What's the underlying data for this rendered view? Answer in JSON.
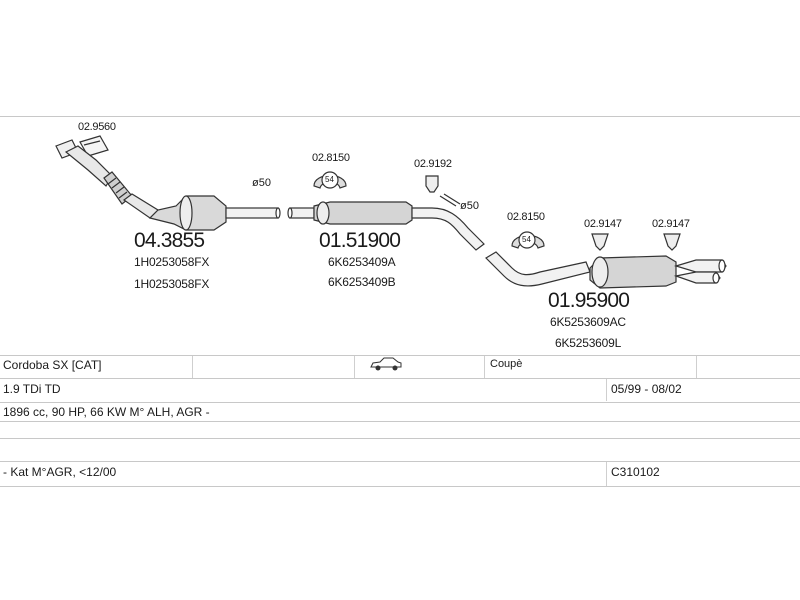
{
  "parts": {
    "clamp_front": "02.9560",
    "diameter_1": "ø50",
    "catalyst_number": "04.3855",
    "catalyst_oem_1": "1H0253058FX",
    "catalyst_oem_2": "1H0253058FX",
    "mount_1": "02.8150",
    "mount_1_badge": "54",
    "middle_number": "01.51900",
    "middle_oem_1": "6K6253409A",
    "middle_oem_2": "6K6253409B",
    "hanger_1": "02.9192",
    "diameter_2": "ø50",
    "mount_2": "02.8150",
    "mount_2_badge": "54",
    "hanger_2": "02.9147",
    "hanger_3": "02.9147",
    "rear_number": "01.95900",
    "rear_oem_1": "6K5253609AC",
    "rear_oem_2": "6K5253609L"
  },
  "vehicle": {
    "model": "Cordoba SX  [CAT]",
    "body_type": "Coupè",
    "engine": "1.9 TDi TD",
    "years": "05/99 - 08/02",
    "specs": "1896 cc, 90 HP, 66 KW M° ALH, AGR -",
    "note": "- Kat M°AGR, <12/00",
    "code": "C310102"
  },
  "icons": {
    "body": "car-icon"
  }
}
